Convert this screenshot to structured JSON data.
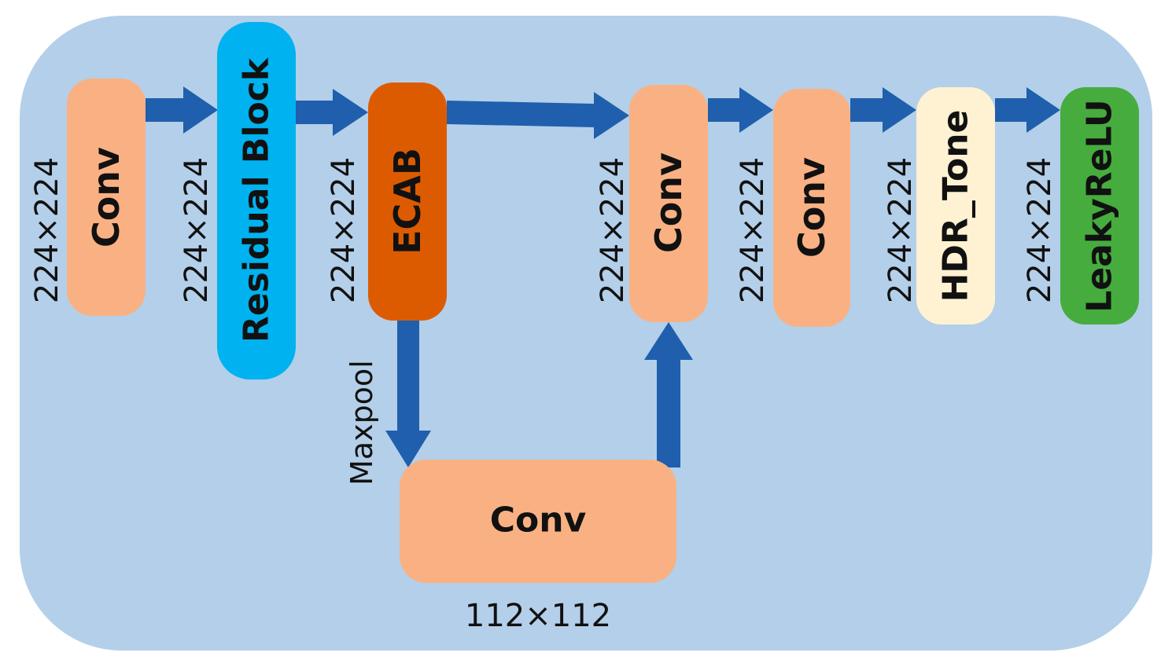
{
  "blocks": [
    {
      "id": "conv1",
      "label": "Conv",
      "color": "#f9b183"
    },
    {
      "id": "residual",
      "label": "Residual Block",
      "color": "#00b2ef"
    },
    {
      "id": "ecab",
      "label": "ECAB",
      "color": "#dd5b00"
    },
    {
      "id": "conv2",
      "label": "Conv",
      "color": "#f9b183"
    },
    {
      "id": "conv3",
      "label": "Conv",
      "color": "#f9b183"
    },
    {
      "id": "hdr",
      "label": "HDR_Tone",
      "color": "#fef2d2"
    },
    {
      "id": "leaky",
      "label": "LeakyReLU",
      "color": "#46ac3e"
    },
    {
      "id": "conv_low",
      "label": "Conv",
      "color": "#f9b183"
    }
  ],
  "dims": {
    "d1": "224×224",
    "d2": "224×224",
    "d3": "224×224",
    "d4": "224×224",
    "d5": "224×224",
    "d6": "224×224",
    "d7": "224×224",
    "low": "112×112"
  },
  "maxpool_label": "Maxpool",
  "colors": {
    "background": "#b4cfe9",
    "arrow": "#1f5fad"
  }
}
